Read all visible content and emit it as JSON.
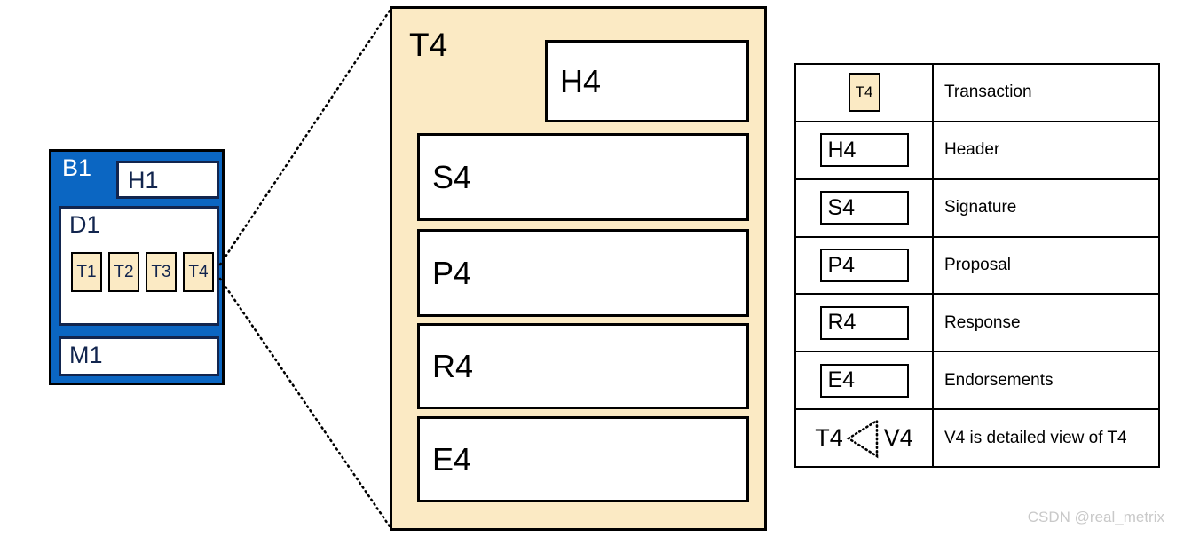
{
  "block": {
    "name": "B1",
    "header": "H1",
    "data_section": "D1",
    "metadata": "M1",
    "transactions": [
      "T1",
      "T2",
      "T3",
      "T4"
    ],
    "fill_color": "#0b66c2",
    "text_color": "#12254e",
    "transaction_color": "#fbeac4"
  },
  "detail_panel": {
    "title": "T4",
    "fill_color": "#fbeac4",
    "boxes": [
      {
        "label": "H4"
      },
      {
        "label": "S4"
      },
      {
        "label": "P4"
      },
      {
        "label": "R4"
      },
      {
        "label": "E4"
      }
    ]
  },
  "legend": {
    "rows": [
      {
        "symbol": "T4",
        "symbol_style": "cream-swatch",
        "description": "Transaction"
      },
      {
        "symbol": "H4",
        "symbol_style": "white-box",
        "description": "Header"
      },
      {
        "symbol": "S4",
        "symbol_style": "white-box",
        "description": "Signature"
      },
      {
        "symbol": "P4",
        "symbol_style": "white-box",
        "description": "Proposal"
      },
      {
        "symbol": "R4",
        "symbol_style": "white-box",
        "description": "Response"
      },
      {
        "symbol": "E4",
        "symbol_style": "white-box",
        "description": "Endorsements"
      },
      {
        "symbol_left": "T4",
        "symbol_right": "V4",
        "symbol_style": "relation-triangle",
        "description": "V4 is detailed view of  T4"
      }
    ]
  },
  "watermark": {
    "text": "CSDN @real_metrix"
  }
}
